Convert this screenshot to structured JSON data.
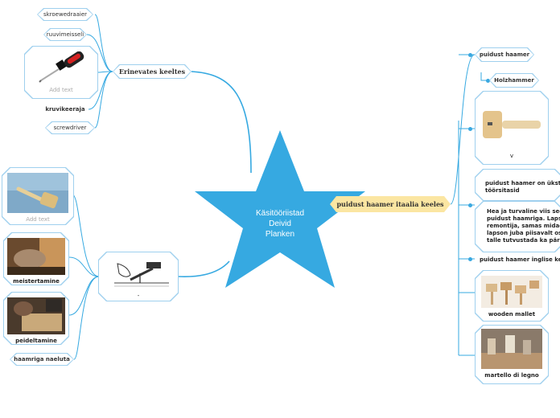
{
  "center": {
    "line1": "Käsitööriistad",
    "line2": "Deivid",
    "line3": "Planken"
  },
  "left_top": {
    "branch_label": "Erinevates keeltes",
    "items": [
      "skroewedraaier",
      "ruuvimeisseli",
      "Add text",
      "kruvikeeraja",
      "screwdriver"
    ]
  },
  "left_bottom": {
    "branch_caption": "-",
    "items": [
      "Add text",
      "meistertamine",
      "peideltamine",
      "haamriga naeluta"
    ]
  },
  "right": {
    "branch_label": "puidust haamer itaalia keeles",
    "items": {
      "puidust_haamer": "puidust haamer",
      "holzhammer": "Holzhammer",
      "image_caption": "v",
      "text1_line1": "puidust haamer on ükst",
      "text1_line2": "töörsitasid",
      "text2_line1": "Hea ja turvaline viis seda",
      "text2_line2": "puidust haamriga. Lapss",
      "text2_line3": "remontija, samas midagi",
      "text2_line4": "lapson juba piisavalt osav",
      "text2_line5": "talle tutvustada ka päris",
      "english_label": "puidust haamer inglise keeles",
      "wooden_mallet": "wooden mallet",
      "martello": "martello di legno"
    }
  },
  "colors": {
    "star": "#36a9e1",
    "link": "#36a9e1",
    "highlight": "#fbe6a2",
    "border": "#9fd0ee"
  }
}
